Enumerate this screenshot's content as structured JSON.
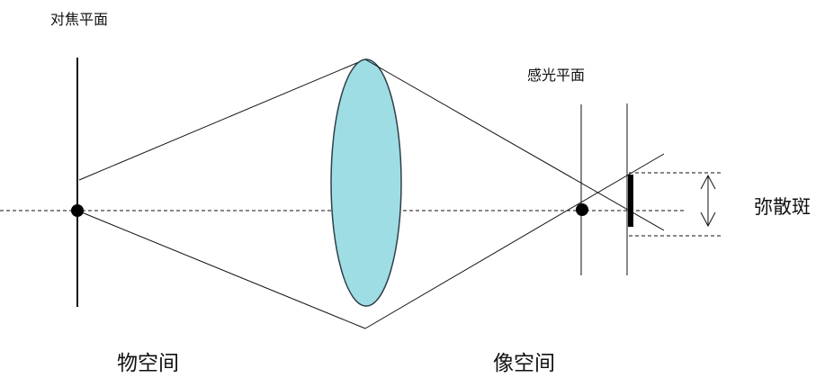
{
  "labels": {
    "focus_plane": "对焦平面",
    "sensor_plane": "感光平面",
    "circle_of_confusion": "弥散斑",
    "object_space": "物空间",
    "image_space": "像空间"
  },
  "colors": {
    "lens_fill": "#9edde4",
    "lens_stroke": "#2f3f4a",
    "line": "#111111"
  }
}
